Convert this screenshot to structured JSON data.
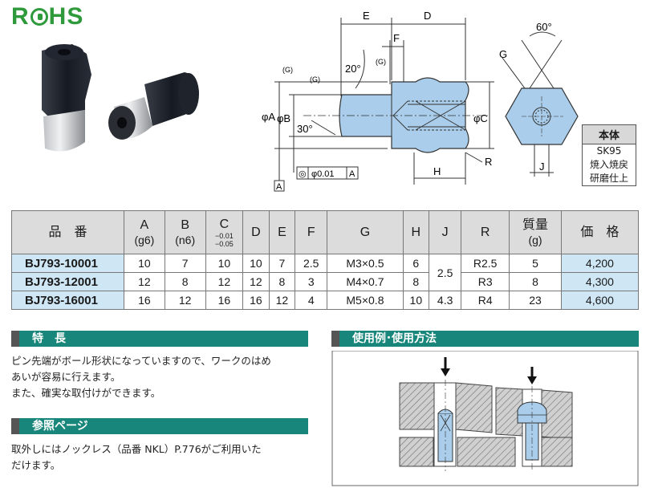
{
  "logo": {
    "text": "RoHS"
  },
  "drawing": {
    "dims": {
      "E": "E",
      "D": "D",
      "F": "F",
      "G_top": "(G)",
      "G_side": "(G)",
      "G_sym": "(G)",
      "angle20": "20°",
      "angle30": "30°",
      "phiA": "φA",
      "phiB": "φB",
      "phiC": "φC",
      "H": "H",
      "R": "R",
      "datum": "A",
      "tol_sym": "◎",
      "tol_val": "φ0.01",
      "tol_ref": "A"
    },
    "hex": {
      "angle": "60°",
      "G": "G",
      "J": "J"
    }
  },
  "material": {
    "title": "本体",
    "lines": [
      "SK95",
      "焼入焼戻",
      "研磨仕上"
    ]
  },
  "table": {
    "headers": {
      "part": "品　番",
      "A": "A",
      "A_sub": "(g6)",
      "B": "B",
      "B_sub": "(n6)",
      "C": "C",
      "C_tol_top": "−0.01",
      "C_tol_bot": "−0.05",
      "D": "D",
      "E": "E",
      "F": "F",
      "G": "G",
      "H": "H",
      "J": "J",
      "R": "R",
      "mass": "質量",
      "mass_sub": "(g)",
      "price": "価　格"
    },
    "rows": [
      {
        "part": "BJ793-10001",
        "A": "10",
        "B": "7",
        "C": "10",
        "D": "10",
        "E": "7",
        "F": "2.5",
        "G": "M3×0.5",
        "H": "6",
        "R": "R2.5",
        "mass": "5",
        "price": "4,200"
      },
      {
        "part": "BJ793-12001",
        "A": "12",
        "B": "8",
        "C": "12",
        "D": "12",
        "E": "8",
        "F": "3",
        "G": "M4×0.7",
        "H": "8",
        "R": "R3",
        "mass": "8",
        "price": "4,300"
      },
      {
        "part": "BJ793-16001",
        "A": "16",
        "B": "12",
        "C": "16",
        "D": "16",
        "E": "12",
        "F": "4",
        "G": "M5×0.8",
        "H": "10",
        "R": "R4",
        "mass": "23",
        "price": "4,600"
      }
    ],
    "J_merged": "2.5",
    "J_last": "4.3"
  },
  "features": {
    "title": "特　長",
    "line1": "ピン先端がボール形状になっていますので、ワークのはめ",
    "line2": "あいが容易に行えます。",
    "line3": "また、確実な取付けができます。"
  },
  "reference": {
    "title": "参照ページ",
    "line1": "取外しにはノックレス（品番 NKL）P.776がご利用いた",
    "line2": "だけます。"
  },
  "usage": {
    "title": "使用例･使用方法"
  },
  "colors": {
    "accent": "#18867a",
    "part_fill": "#a9cdea",
    "rohs": "#2e9a3c",
    "highlight": "#cfe6f5"
  }
}
